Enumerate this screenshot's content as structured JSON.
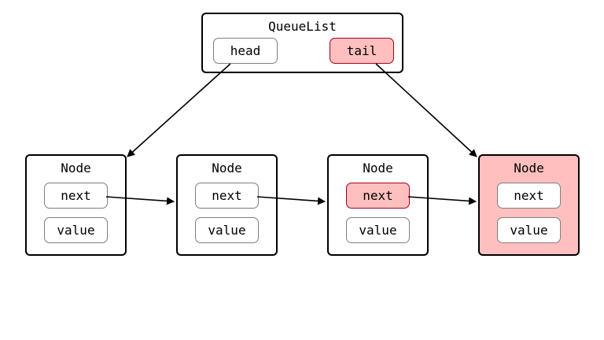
{
  "queue": {
    "title": "QueueList",
    "head_label": "head",
    "tail_label": "tail"
  },
  "nodes": [
    {
      "title": "Node",
      "next_label": "next",
      "value_label": "value"
    },
    {
      "title": "Node",
      "next_label": "next",
      "value_label": "value"
    },
    {
      "title": "Node",
      "next_label": "next",
      "value_label": "value"
    },
    {
      "title": "Node",
      "next_label": "next",
      "value_label": "value"
    }
  ],
  "colors": {
    "highlight_fill": "#ffbfbf",
    "highlight_border": "#a50021",
    "field_border": "#7f7f7f",
    "stroke": "#000000"
  }
}
